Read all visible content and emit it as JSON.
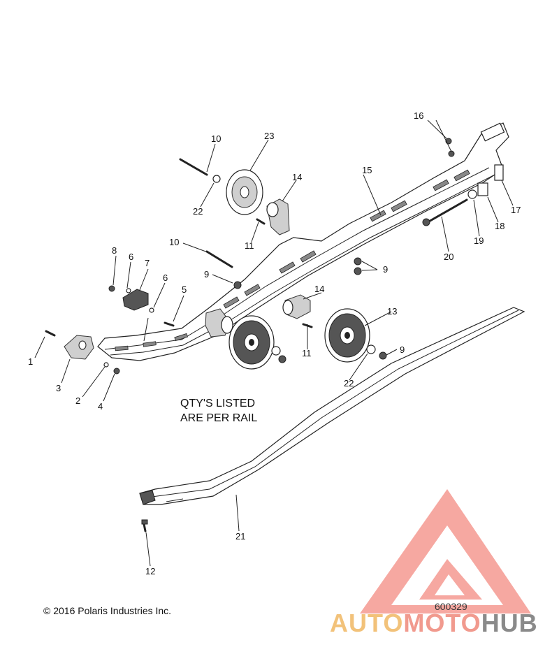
{
  "diagram": {
    "note_lines": [
      "QTY'S LISTED",
      "ARE PER RAIL"
    ],
    "callouts": {
      "c1": "1",
      "c2": "2",
      "c3": "3",
      "c4": "4",
      "c5": "5",
      "c6a": "6",
      "c6b": "6",
      "c7": "7",
      "c8": "8",
      "c9a": "9",
      "c9b": "9",
      "c9c": "9",
      "c10a": "10",
      "c10b": "10",
      "c11a": "11",
      "c11b": "11",
      "c12": "12",
      "c13": "13",
      "c14a": "14",
      "c14b": "14",
      "c15": "15",
      "c16": "16",
      "c17": "17",
      "c18": "18",
      "c19": "19",
      "c20": "20",
      "c21": "21",
      "c22a": "22",
      "c22b": "22",
      "c23": "23"
    }
  },
  "footer": {
    "copyright": "© 2016 Polaris Industries Inc.",
    "code": "600329"
  },
  "watermark": {
    "part1": "AUTO",
    "part2": "MOTO",
    "part3": "HUB",
    "logo_color": "#f48c82",
    "brand_yellow": "#f2c27a",
    "brand_gray": "#8a8a8a"
  }
}
